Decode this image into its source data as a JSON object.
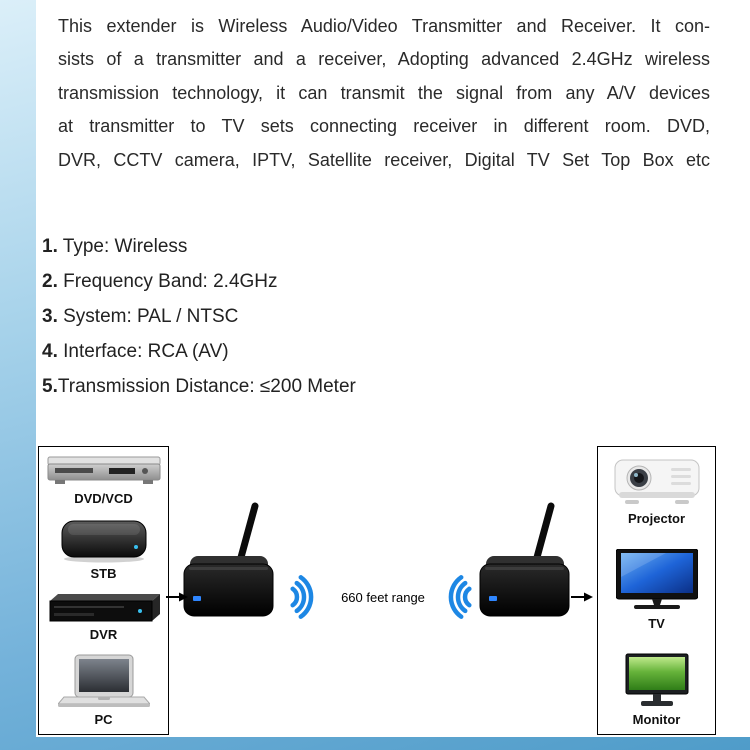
{
  "intro": {
    "lines": [
      "This extender is Wireless Audio/Video Transmitter and Receiver. It con-",
      "sists of a transmitter and a receiver, Adopting advanced 2.4GHz wireless",
      "transmission technology, it can transmit the signal from any A/V devices",
      "at transmitter to TV sets connecting receiver in different room. DVD,",
      "DVR, CCTV camera, IPTV, Satellite receiver, Digital TV Set Top Box etc"
    ]
  },
  "specs": {
    "items": [
      {
        "num": "1.",
        "text": " Type: Wireless"
      },
      {
        "num": "2.",
        "text": " Frequency Band: 2.4GHz"
      },
      {
        "num": "3.",
        "text": " System: PAL / NTSC"
      },
      {
        "num": "4.",
        "text": " Interface: RCA (AV)"
      },
      {
        "num": "5.",
        "text": "Transmission Distance: ≤200 Meter"
      }
    ]
  },
  "diagram": {
    "sources": {
      "items": [
        {
          "label": "DVD/VCD",
          "icon": "dvd-player-icon"
        },
        {
          "label": "STB",
          "icon": "stb-icon"
        },
        {
          "label": "DVR",
          "icon": "dvr-icon"
        },
        {
          "label": "PC",
          "icon": "laptop-icon"
        }
      ]
    },
    "displays": {
      "items": [
        {
          "label": "Projector",
          "icon": "projector-icon"
        },
        {
          "label": "TV",
          "icon": "tv-icon"
        },
        {
          "label": "Monitor",
          "icon": "monitor-icon"
        }
      ]
    },
    "units": [
      {
        "name": "transmitter",
        "icon": "transmitter-icon"
      },
      {
        "name": "receiver",
        "icon": "receiver-icon"
      }
    ],
    "range_label": "660 feet range"
  },
  "colors": {
    "background_blue": "#4f9cc9",
    "wifi_blue": "#1d87e4",
    "tv_screen_blue": "#1e64d8",
    "monitor_green": "#66b33a"
  }
}
